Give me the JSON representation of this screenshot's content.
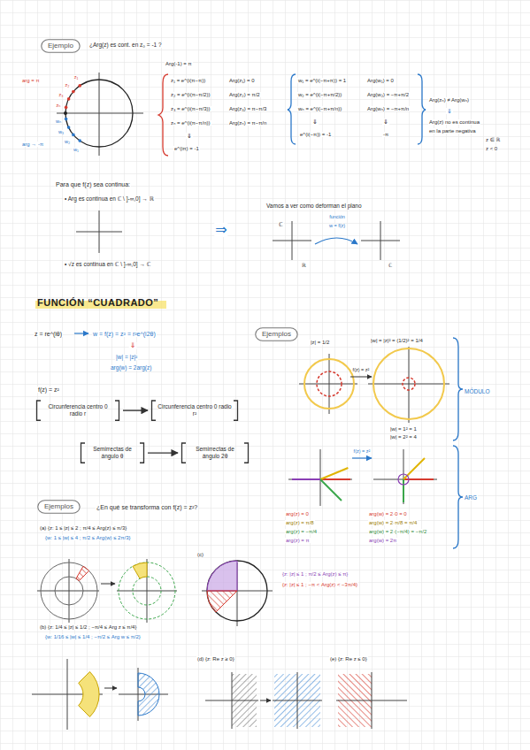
{
  "diagram": {
    "title": "FUNCIÓN “CUADRADO”",
    "nodes": [
      {
        "text": [
          "Ejemplo"
        ]
      },
      {
        "text": [
          "Ejemplos"
        ]
      },
      {
        "text": [
          "Circunferencia centro 0 radio r"
        ]
      },
      {
        "text": [
          "Circunferencia centro 0 radio r²"
        ]
      },
      {
        "text": [
          "Semirrectas de ángulo θ"
        ]
      },
      {
        "text": [
          "Semirrectas de ángulo 2θ"
        ]
      },
      {
        "text": [
          "Ejemplos"
        ]
      }
    ],
    "edges": [
      {
        "from": 2,
        "to": 3,
        "arrow": "to"
      },
      {
        "from": 4,
        "to": 5,
        "arrow": "to"
      }
    ],
    "labels": [
      "¿Arg(z) es cont. en z₀ = -1 ?",
      "Arg(-1) = π",
      "arg = π",
      "z₁",
      "z₂",
      "z₃",
      "zₙ",
      "wₙ",
      "w₃",
      "w₂",
      "w₁",
      "arg → -π",
      "z₁ = e^(i(π−π))",
      "Arg(z₁) = 0",
      "z₂ = e^(i(π−π/2))",
      "Arg(z₂) = π/2",
      "z₃ = e^(i(π−π/3))",
      "Arg(z₃) = π−π/3",
      "zₙ = e^(i(π−π/n))",
      "Arg(zₙ) = π−π/n",
      "⇓",
      "e^(iπ) = -1",
      "w₁ = e^(i(−π+π)) = 1",
      "Arg(w₁) = 0",
      "w₂ = e^(i(−π+π/2))",
      "Arg(w₂) = −π+π/2",
      "wₙ = e^(i(−π+π/n))",
      "Arg(wₙ) = −π+π/n",
      "⇓",
      "e^(i(−π)) = -1",
      "⇓",
      "-π",
      "Arg(zₙ) ≠ Arg(wₙ)",
      "⇓",
      "Arg(z) no es continua",
      "en la parte negativa",
      "z ∈ ℝ",
      "z < 0",
      "Para que f(z) sea continua:",
      "• Arg es continua en ℂ \\ ]-∞,0] → ℝ",
      "• √z es continua en ℂ \\ ]-∞,0] → ℂ",
      "⇒",
      "Vamos a ver como deforman el plano",
      "ℂ",
      "ℝ",
      "función",
      "w = f(z)",
      "ℂ",
      "z = re^(iθ)",
      "w = f(z) = z² = r²e^(i2θ)",
      "⇓",
      "|w| = |z|²",
      "arg(w) = 2arg(z)",
      "f(z) = z²",
      "|z| = 1/2",
      "|w| = |z|² = (1/2)² = 1/4",
      "f(z) = z²",
      "|w| = 1² = 1",
      "|w| = 2² = 4",
      "MÓDULO",
      "f(z) = z²",
      "arg(z) = 0",
      "arg(z) = π/8",
      "arg(z) = −π/4",
      "arg(z) = π",
      "arg(w) = 2·0 = 0",
      "arg(w) = 2·π/8 = π/4",
      "arg(w) = 2·(−π/4) = −π/2",
      "arg(w) = 2π",
      "ARG",
      "¿En qué se transforma con f(z) = z²?",
      "(a) {z: 1 ≤ |z| ≤ 2 ; π/4 ≤ Arg(z) ≤ π/3}",
      "{w: 1 ≤ |w| ≤ 4 ; π/2 ≤ Arg(w) ≤ 2π/3}",
      "(c)",
      "{z: |z| ≤ 1 ; π/2 ≤ Arg(z) ≤ π}",
      "{z: |z| ≤ 1 ; −π < Arg(z) < −3π/4}",
      "(b) {z: 1/4 ≤ |z| ≤ 1/2 ; −π/4 ≤ Arg z ≤ π/4}",
      "{w: 1/16 ≤ |w| ≤ 1/4 ; −π/2 ≤ Arg w ≤ π/2}",
      "(d) {z: Re z ≥ 0}",
      "(e) {z: Re z ≤ 0}"
    ]
  }
}
